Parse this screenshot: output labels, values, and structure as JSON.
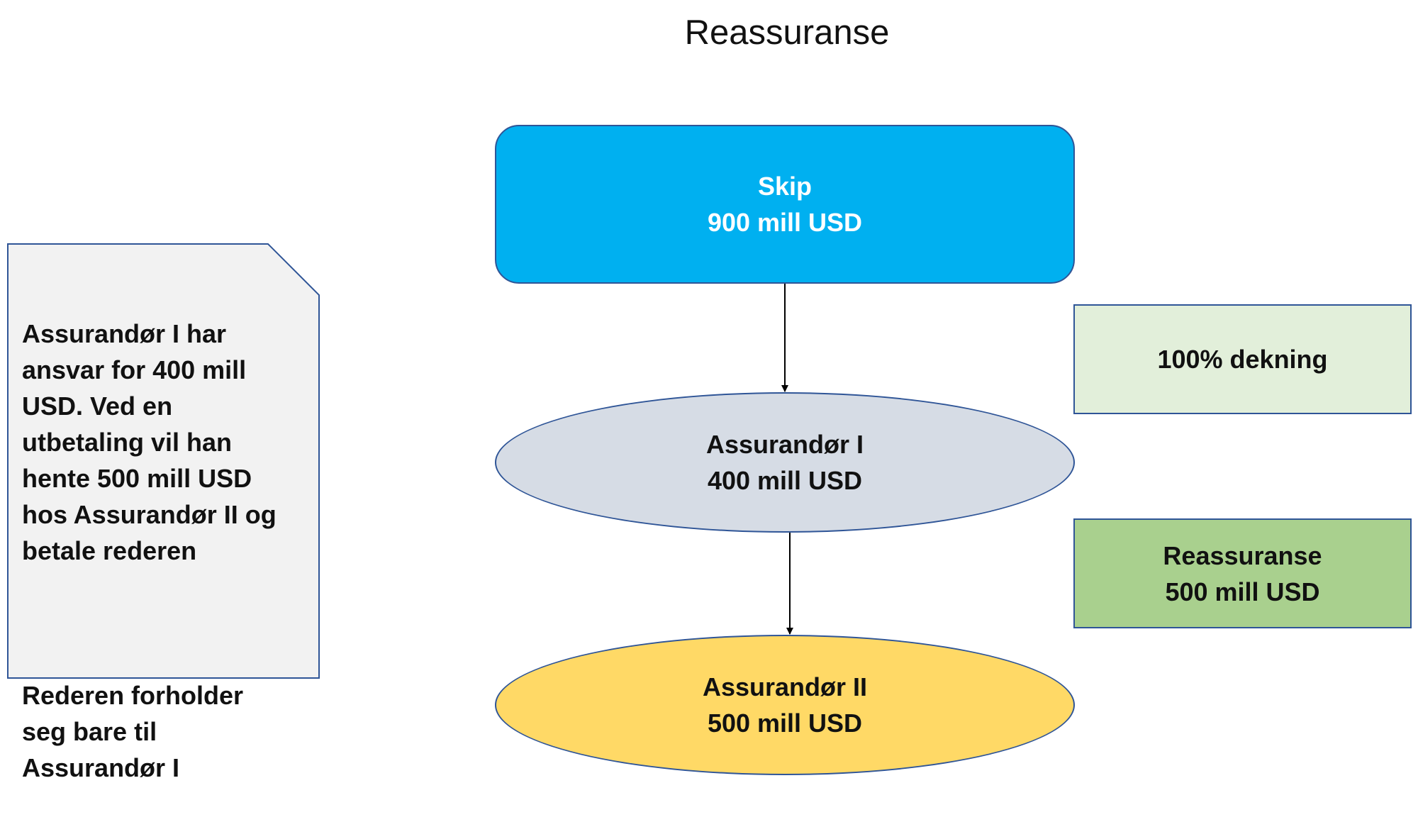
{
  "title": "Reassuranse",
  "nodes": {
    "ship": {
      "line1": "Skip",
      "line2": "900 mill USD"
    },
    "insurer1": {
      "line1": "Assurandør I",
      "line2": "400 mill USD"
    },
    "insurer2": {
      "line1": "Assurandør II",
      "line2": "500 mill USD"
    },
    "coverage": {
      "label": "100% dekning"
    },
    "reinsurance": {
      "line1": "Reassuranse",
      "line2": "500 mill USD"
    }
  },
  "note": {
    "paragraph1": "Assurandør I har\nansvar for 400 mill\nUSD. Ved en\nutbetaling vil han\nhente 500 mill USD\nhos Assurandør II og\nbetale rederen",
    "paragraph2": "Rederen forholder\nseg bare til\nAssurandør I"
  },
  "colors": {
    "ship_fill": "#00b0f0",
    "insurer1_fill": "#d6dce5",
    "insurer2_fill": "#ffd966",
    "coverage_fill": "#e2efda",
    "reinsurance_fill": "#a9d08e",
    "note_fill": "#f2f2f2",
    "outline": "#2f5597"
  }
}
